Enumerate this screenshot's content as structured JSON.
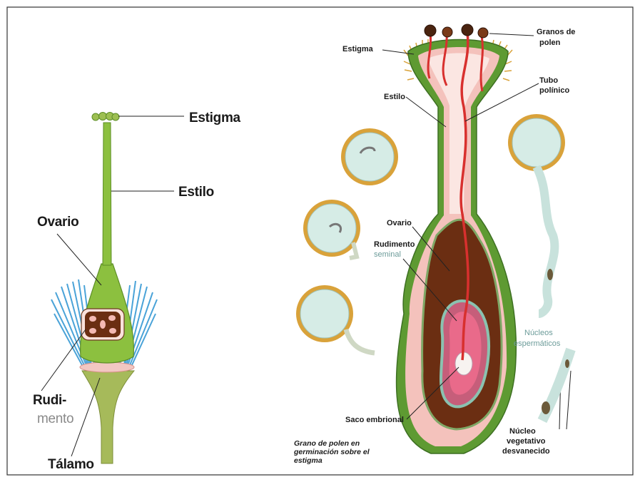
{
  "left_flower": {
    "estigma": "Estigma",
    "estilo": "Estilo",
    "ovario": "Ovario",
    "rudimento_line1": "Rudi-",
    "rudimento_line2": "mento",
    "talamo": "Tálamo"
  },
  "right_diagram": {
    "granos_line1": "Granos de",
    "granos_line2": "polen",
    "estigma": "Estigma",
    "tubo_line1": "Tubo",
    "tubo_line2": "polínico",
    "estilo": "Estilo",
    "ovario": "Ovario",
    "rudimento_line1": "Rudimento",
    "rudimento_line2": "seminal",
    "nucleos_line1": "Núcleos",
    "nucleos_line2": "espermáticos",
    "saco": "Saco embrional",
    "nucleo_line1": "Núcleo",
    "nucleo_line2": "vegetativo",
    "nucleo_line3": "desvanecido",
    "caption": "Grano de polen en germinación sobre el estigma"
  },
  "colors": {
    "pistil_green": "#7fb23a",
    "dark_green": "#3d7a2a",
    "ovary_brown": "#5a2a12",
    "pink": "#f0b8b4",
    "tube_red": "#d8302e",
    "pollen_teal": "#d6ece6",
    "anther_orange": "#d9a23a",
    "filament_blue": "#4aa3d8"
  }
}
